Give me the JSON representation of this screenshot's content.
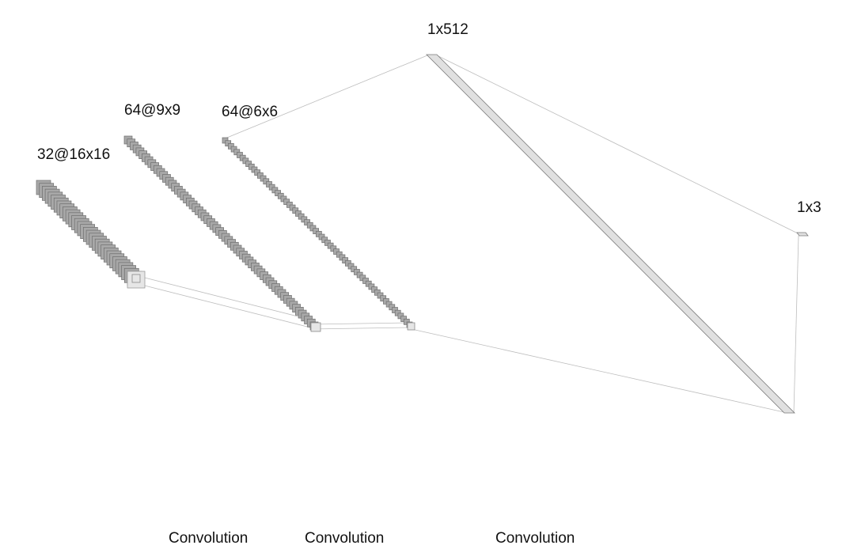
{
  "layers": [
    {
      "id": "conv1",
      "label": "32@16x16",
      "count": 32
    },
    {
      "id": "conv2",
      "label": "64@9x9",
      "count": 64
    },
    {
      "id": "conv3",
      "label": "64@6x6",
      "count": 64
    },
    {
      "id": "fc1",
      "label": "1x512"
    },
    {
      "id": "out",
      "label": "1x3"
    }
  ],
  "operations": [
    {
      "label": "Convolution"
    },
    {
      "label": "Convolution"
    },
    {
      "label": "Convolution"
    }
  ],
  "colors": {
    "map_fill": "#a8a8a8",
    "map_stroke": "#6e6e6e",
    "fc_fill": "#e0e0e0",
    "fc_stroke": "#7a7a7a",
    "kernel_fill": "#e6e6e6",
    "connector": "#bdbdbd"
  }
}
